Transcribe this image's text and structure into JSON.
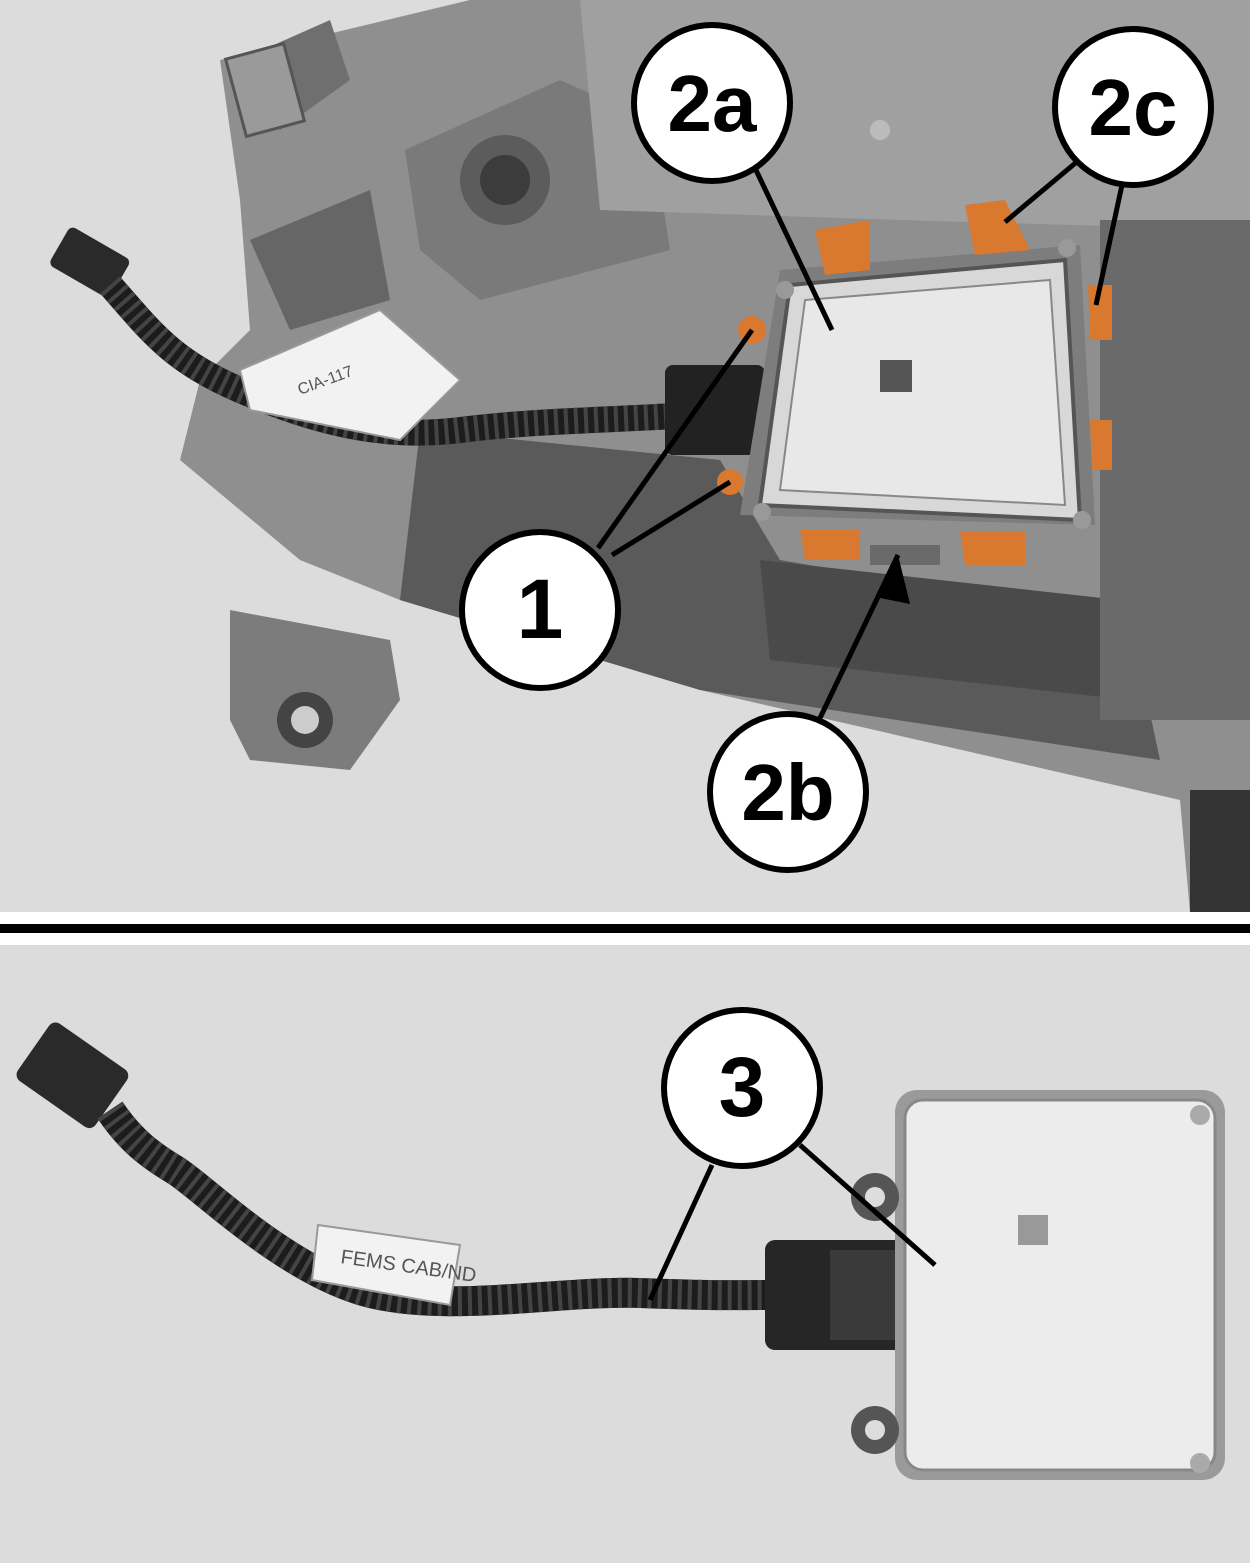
{
  "callouts": {
    "c1": "1",
    "c2a": "2a",
    "c2b": "2b",
    "c2c": "2c",
    "c3": "3"
  },
  "labels": {
    "connector_label_top": "CIA-117",
    "cable_label_bottom": "FEMS CAB/ND"
  },
  "colors": {
    "background": "#dcdcdc",
    "highlight": "#d9782f",
    "callout_stroke": "#000000"
  }
}
